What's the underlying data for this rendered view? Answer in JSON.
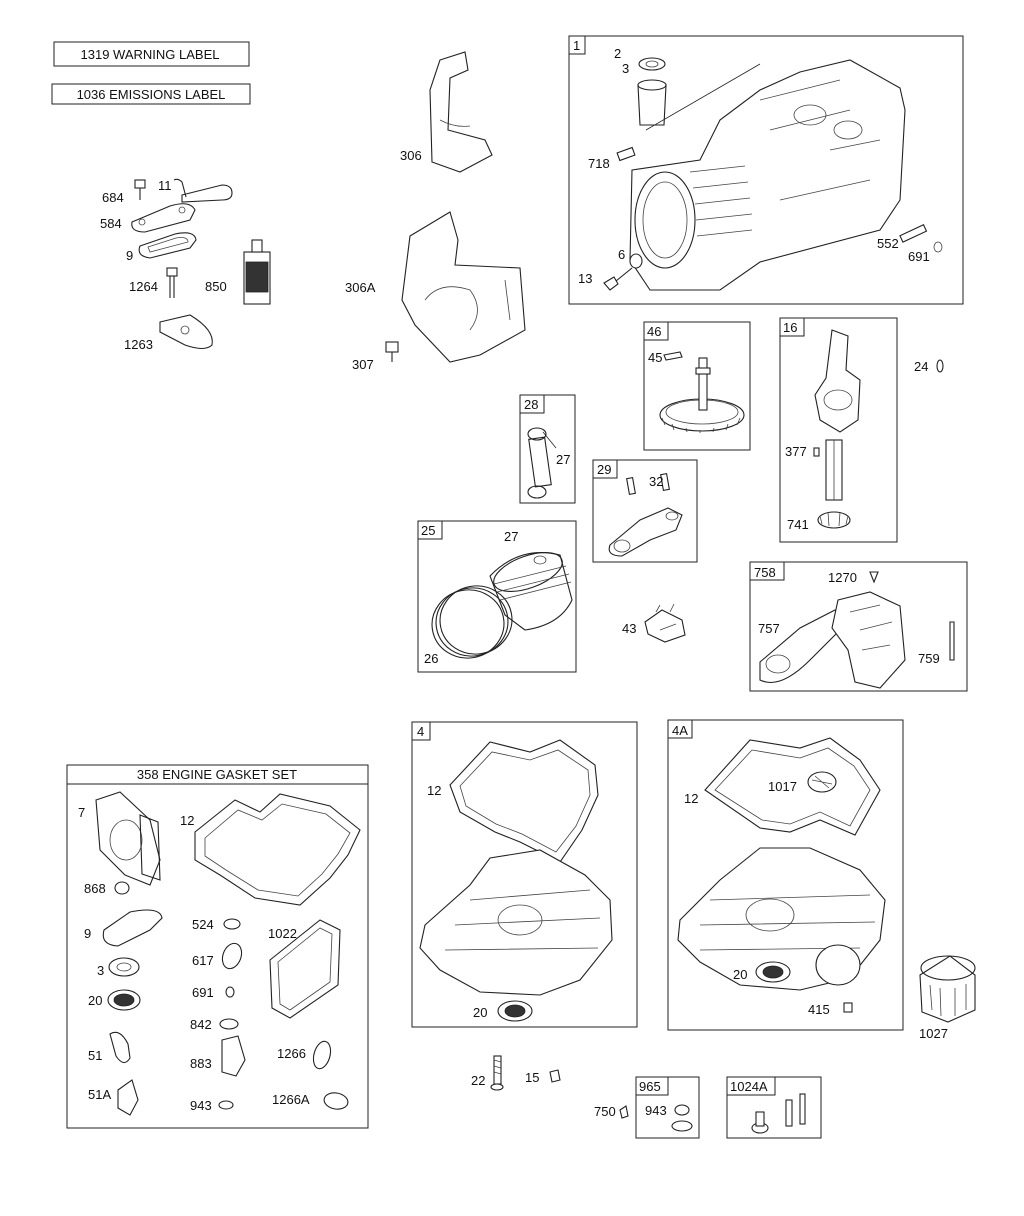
{
  "labels": {
    "warning": "1319 WARNING LABEL",
    "emissions": "1036 EMISSIONS LABEL",
    "gasket_set": "358 ENGINE GASKET SET"
  },
  "boxes": {
    "b1": "1",
    "b46": "46",
    "b16": "16",
    "b28": "28",
    "b29": "29",
    "b25": "25",
    "b758": "758",
    "b4": "4",
    "b4a": "4A",
    "b965": "965",
    "b1024a": "1024A"
  },
  "parts": {
    "p684": "684",
    "p11": "11",
    "p584": "584",
    "p9a": "9",
    "p1264": "1264",
    "p850": "850",
    "p1263": "1263",
    "p306": "306",
    "p306a": "306A",
    "p307": "307",
    "p2": "2",
    "p3a": "3",
    "p718": "718",
    "p6": "6",
    "p13": "13",
    "p552": "552",
    "p691a": "691",
    "p45": "45",
    "p24": "24",
    "p377": "377",
    "p741": "741",
    "p27a": "27",
    "p32": "32",
    "p27b": "27",
    "p26": "26",
    "p43": "43",
    "p1270": "1270",
    "p757": "757",
    "p759": "759",
    "p7": "7",
    "p12a": "12",
    "p868": "868",
    "p9b": "9",
    "p524": "524",
    "p1022": "1022",
    "p3b": "3",
    "p617": "617",
    "p20a": "20",
    "p691b": "691",
    "p842": "842",
    "p51": "51",
    "p883": "883",
    "p1266": "1266",
    "p51a": "51A",
    "p943a": "943",
    "p1266a": "1266A",
    "p12b": "12",
    "p20b": "20",
    "p12c": "12",
    "p1017": "1017",
    "p20c": "20",
    "p415": "415",
    "p1027": "1027",
    "p22": "22",
    "p15": "15",
    "p750": "750",
    "p943b": "943"
  }
}
